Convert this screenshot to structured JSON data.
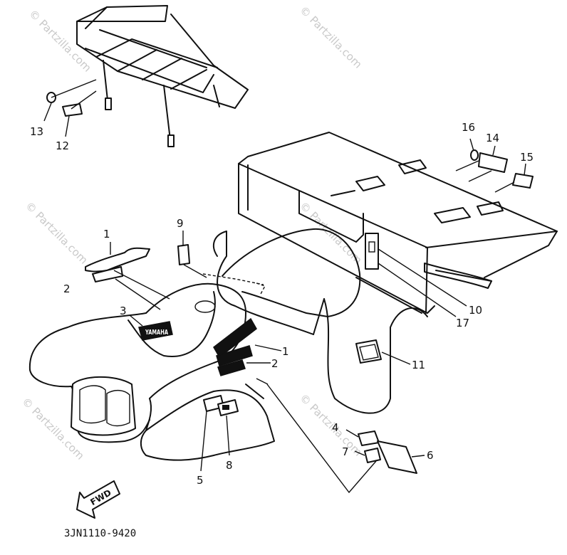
{
  "watermark": "© Partzilla.com",
  "part_numbers": [
    "1",
    "2",
    "3",
    "1",
    "2",
    "4",
    "5",
    "6",
    "7",
    "8",
    "9",
    "10",
    "11",
    "12",
    "13",
    "14",
    "15",
    "16",
    "17"
  ],
  "fwd_label": "FWD",
  "brand_badge": "YAMAHA",
  "diagram_code": "3JN1110-9420"
}
